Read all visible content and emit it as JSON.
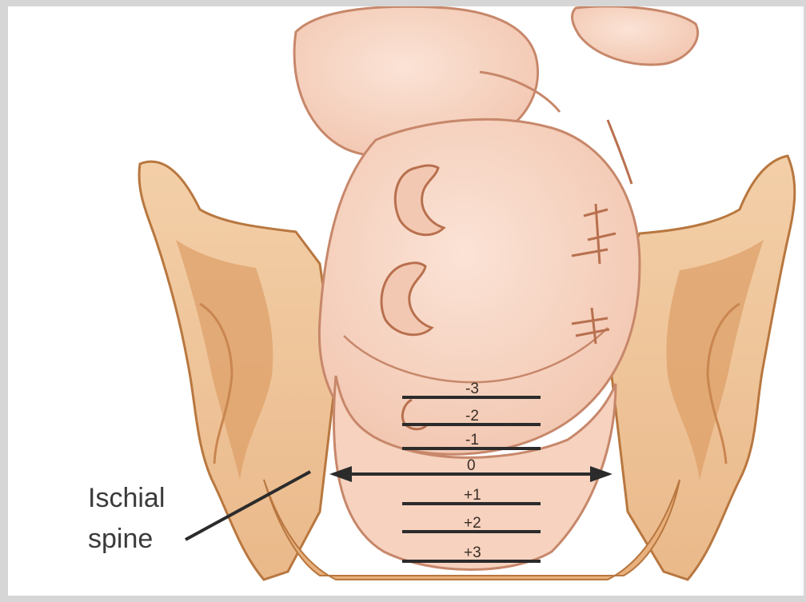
{
  "figure": {
    "stations": [
      "-3",
      "-2",
      "-1",
      "0",
      "+1",
      "+2",
      "+3"
    ],
    "callout": {
      "line1": "Ischial",
      "line2": "spine"
    },
    "colors": {
      "background": "#ffffff",
      "frame": "#d6d6d6",
      "pelvis_fill": "#f1c79c",
      "pelvis_shadow": "#d99a62",
      "pelvis_outline": "#b8773f",
      "fetal_skin": "#f7d6c4",
      "fetal_outline": "#c7876a",
      "lines": "#2b2b2b"
    },
    "icons": [
      "pelvis-illustration",
      "fetal-head-illustration",
      "ear-icon",
      "arrow-left-icon",
      "arrow-right-icon"
    ]
  }
}
